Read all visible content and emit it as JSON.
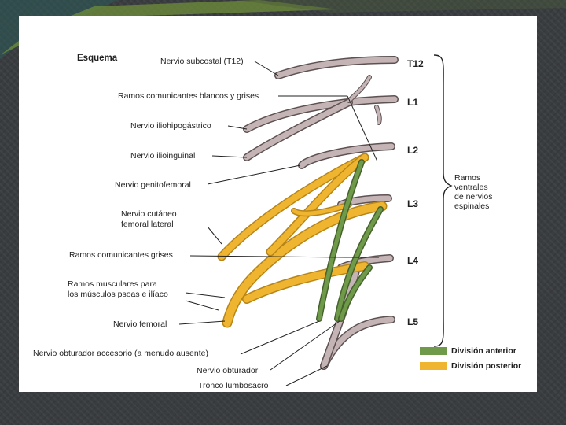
{
  "diagram": {
    "title": "Esquema",
    "labels": {
      "subcostal": "Nervio subcostal (T12)",
      "ramos_comunicantes_blancos": "Ramos comunicantes blancos y grises",
      "iliohipogastrico": "Nervio iliohipogástrico",
      "ilioinguinal": "Nervio ilioinguinal",
      "genitofemoral": "Nervio genitofemoral",
      "cutaneo_line1": "Nervio cutáneo",
      "cutaneo_line2": "femoral lateral",
      "ramos_comunicantes_grises": "Ramos comunicantes grises",
      "musculares_line1": "Ramos musculares para",
      "musculares_line2": "los músculos psoas e ilíaco",
      "femoral": "Nervio femoral",
      "obturador_accesorio": "Nervio obturador accesorio (a menudo ausente)",
      "obturador": "Nervio obturador",
      "tronco": "Tronco lumbosacro"
    },
    "levels": [
      "T12",
      "L1",
      "L2",
      "L3",
      "L4",
      "L5"
    ],
    "brace_label": [
      "Ramos",
      "ventrales",
      "de nervios",
      "espinales"
    ],
    "legend": [
      {
        "label": "División anterior",
        "color": "#6f9a4a"
      },
      {
        "label": "División posterior",
        "color": "#f0b530"
      }
    ],
    "colors": {
      "nerve_gray": "#c4b4b5",
      "nerve_outline": "#5e5152",
      "anterior": "#6f9a4a",
      "posterior": "#f0b530"
    }
  }
}
